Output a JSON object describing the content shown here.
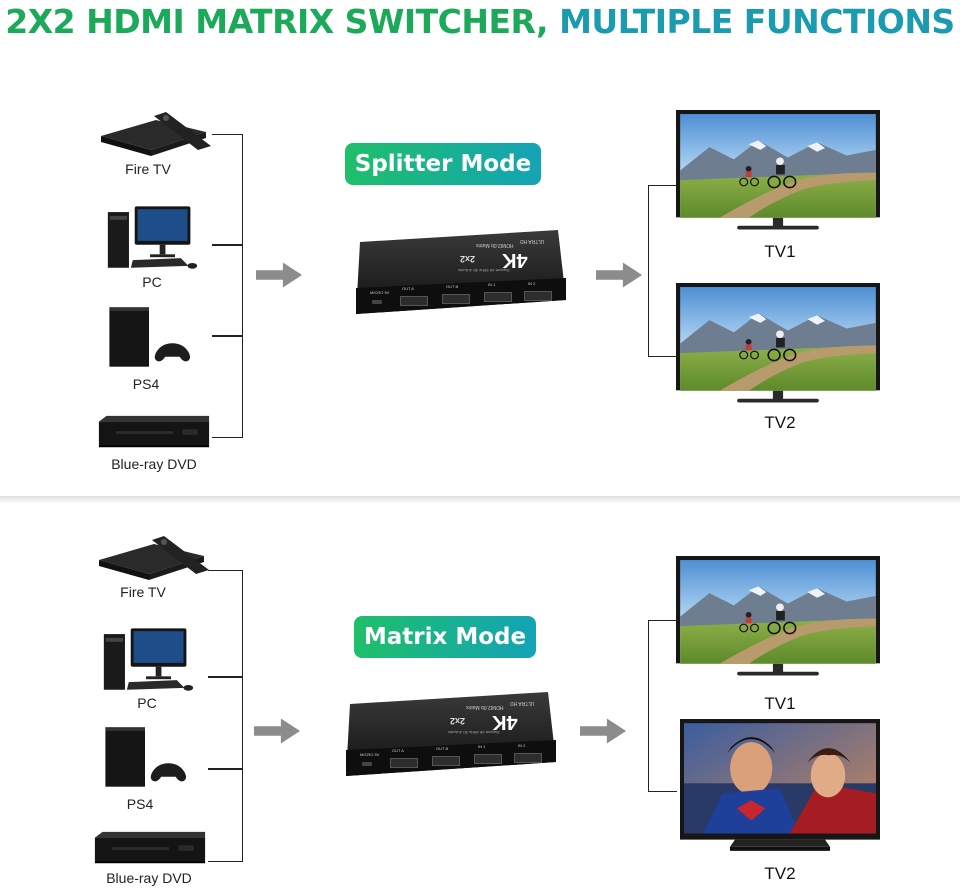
{
  "title": {
    "part1": "2X2 HDMI MATRIX SWITCHER,",
    "part2": " MULTIPLE FUNCTIONS"
  },
  "colors": {
    "green": "#1ca95a",
    "teal": "#1a9bb0"
  },
  "panels": [
    {
      "mode": "Splitter Mode",
      "sources": [
        "Fire TV",
        "PC",
        "PS4",
        "Blue-ray DVD"
      ],
      "outputs": [
        "TV1",
        "TV2"
      ],
      "switcher": {
        "brand": "4K",
        "model": "2x2",
        "line1": "HDMI2.0b Matrix",
        "line2": "ULTRA HD",
        "line3": "Support 4K 60Hz 3D & Audio",
        "ports": [
          "MICRO 5V",
          "OUT A",
          "OUT B",
          "IN 1",
          "IN 2"
        ]
      }
    },
    {
      "mode": "Matrix Mode",
      "sources": [
        "Fire TV",
        "PC",
        "PS4",
        "Blue-ray DVD"
      ],
      "outputs": [
        "TV1",
        "TV2"
      ],
      "switcher": {
        "brand": "4K",
        "model": "2x2",
        "line1": "HDMI2.0b Matrix",
        "line2": "ULTRA HD",
        "line3": "Support 4K 60Hz 3D & Audio",
        "ports": [
          "MICRO 5V",
          "OUT A",
          "OUT B",
          "IN 1",
          "IN 2"
        ]
      }
    }
  ]
}
